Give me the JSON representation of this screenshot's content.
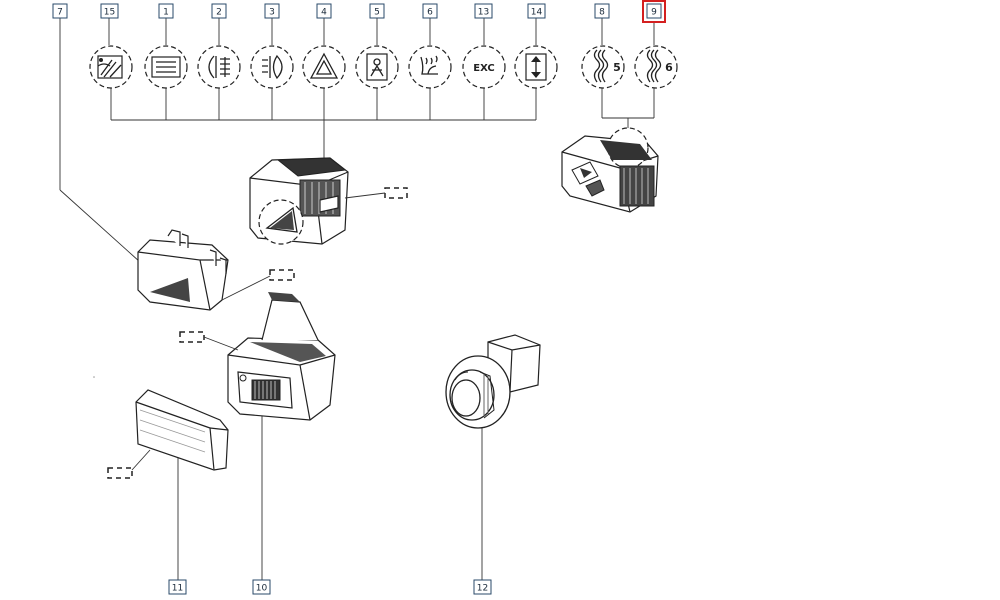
{
  "callouts": {
    "c7": "7",
    "c15": "15",
    "c1": "1",
    "c2": "2",
    "c3": "3",
    "c4": "4",
    "c5": "5",
    "c6": "6",
    "c13": "13",
    "c14": "14",
    "c8": "8",
    "c9": "9",
    "c11": "11",
    "c10": "10",
    "c12": "12"
  },
  "highlighted_callout": "9",
  "highlight_color": "#d42020",
  "icons": {
    "exc_label": "EXC",
    "rocker5_number": "5",
    "rocker6_number": "6"
  }
}
